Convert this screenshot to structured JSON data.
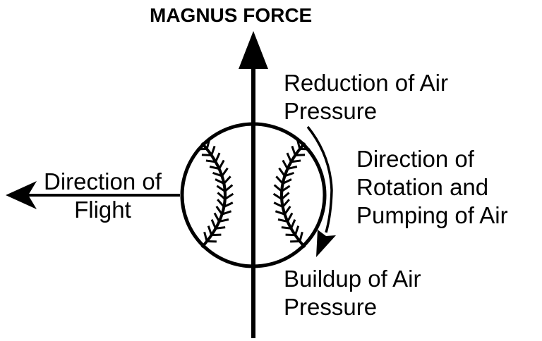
{
  "title": "MAGNUS FORCE",
  "labels": {
    "reduction": [
      "Reduction of Air",
      "Pressure"
    ],
    "rotation": [
      "Direction of",
      "Rotation and",
      "Pumping of Air"
    ],
    "flight": [
      "Direction of",
      "Flight"
    ],
    "buildup": [
      "Buildup of Air",
      "Pressure"
    ]
  },
  "colors": {
    "ink": "#000000",
    "background": "#ffffff"
  }
}
